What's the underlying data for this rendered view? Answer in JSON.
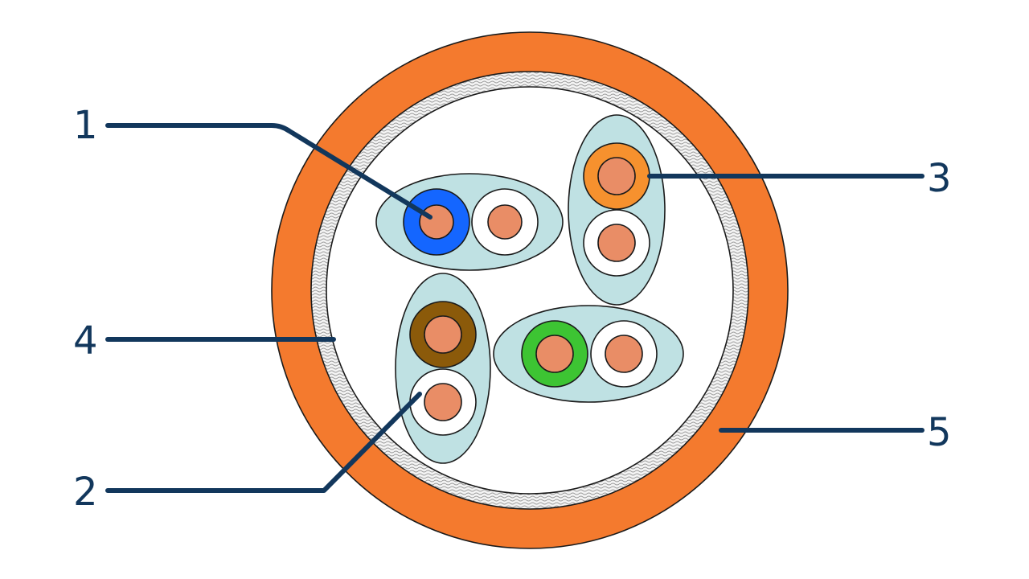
{
  "colors": {
    "jacket": "#f47a2e",
    "braid_shield": "#d9d9d9",
    "foil_pair": "#bfe1e3",
    "copper": "#e98d66",
    "outline": "#1a1a1a",
    "callout_line": "#12375c",
    "callout_text": "#12375c"
  },
  "pairs": [
    {
      "primary_color": "#1466ff",
      "primary_name": "blue",
      "secondary_color": "#ffffff",
      "secondary_name": "white"
    },
    {
      "primary_color": "#f6912e",
      "primary_name": "orange",
      "secondary_color": "#ffffff",
      "secondary_name": "white"
    },
    {
      "primary_color": "#8b5a0a",
      "primary_name": "brown",
      "secondary_color": "#ffffff",
      "secondary_name": "white"
    },
    {
      "primary_color": "#3dc433",
      "primary_name": "green",
      "secondary_color": "#ffffff",
      "secondary_name": "white"
    }
  ],
  "callouts": [
    {
      "label": "1"
    },
    {
      "label": "2"
    },
    {
      "label": "3"
    },
    {
      "label": "4"
    },
    {
      "label": "5"
    }
  ]
}
